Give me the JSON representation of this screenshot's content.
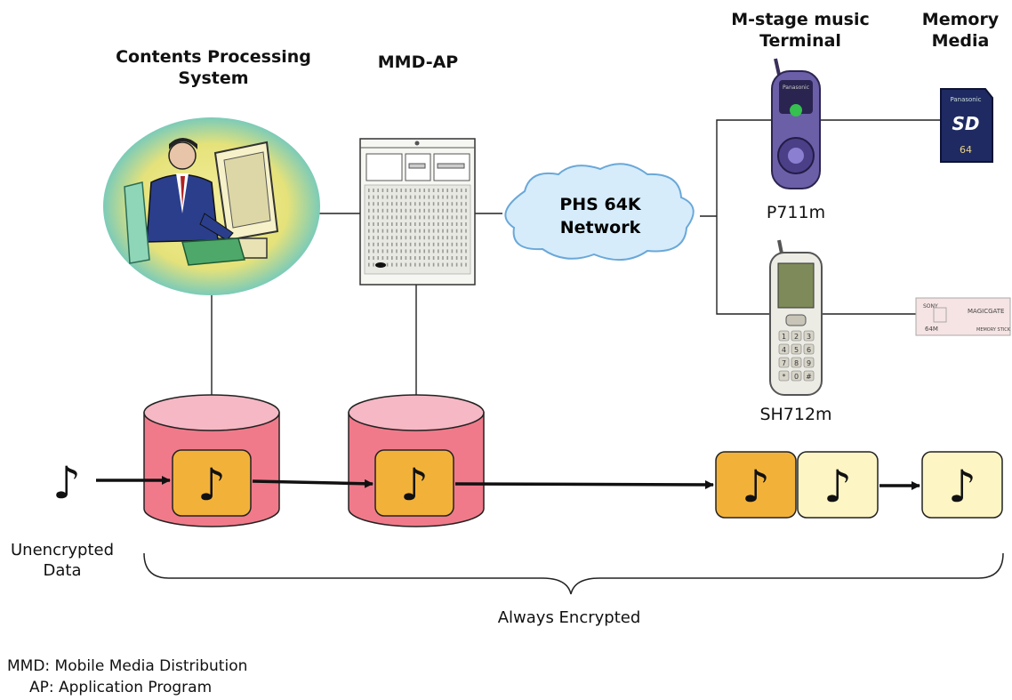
{
  "labels": {
    "contents_processing_system": [
      "Contents Processing",
      "System"
    ],
    "mmd_ap": "MMD-AP",
    "m_stage_music_terminal": [
      "M-stage music",
      "Terminal"
    ],
    "memory_media": [
      "Memory",
      "Media"
    ],
    "phs_network": [
      "PHS 64K",
      "Network"
    ],
    "p711m": "P711m",
    "sh712m": "SH712m",
    "unencrypted_data": [
      "Unencrypted",
      "Data"
    ],
    "always_encrypted": "Always Encrypted"
  },
  "footnotes": [
    "MMD: Mobile Media Distribution",
    "AP: Application Program"
  ],
  "media_text": {
    "sd_brand": "Panasonic",
    "sd_logo": "SD",
    "sd_capacity": "64",
    "ms_brand": "SONY",
    "ms_name": "MAGICGATE",
    "ms_capacity": "64M",
    "ms_sub": "MEMORY STICK"
  },
  "phone_display_text": "Panasonic",
  "phone_keypad_labels": [
    "1",
    "2",
    "3",
    "4",
    "5",
    "6",
    "7",
    "8",
    "9",
    "*",
    "0",
    "#"
  ],
  "note_symbol": "♪",
  "colors": {
    "db_top": "#f5b8c4",
    "db_body": "#f07a8a",
    "encrypted_note_box": "#f2b23a",
    "decrypted_note_box": "#fdf5c4",
    "cloud_fill": "#d6ecfb",
    "cloud_stroke": "#6aa8d8",
    "line": "#222222"
  }
}
